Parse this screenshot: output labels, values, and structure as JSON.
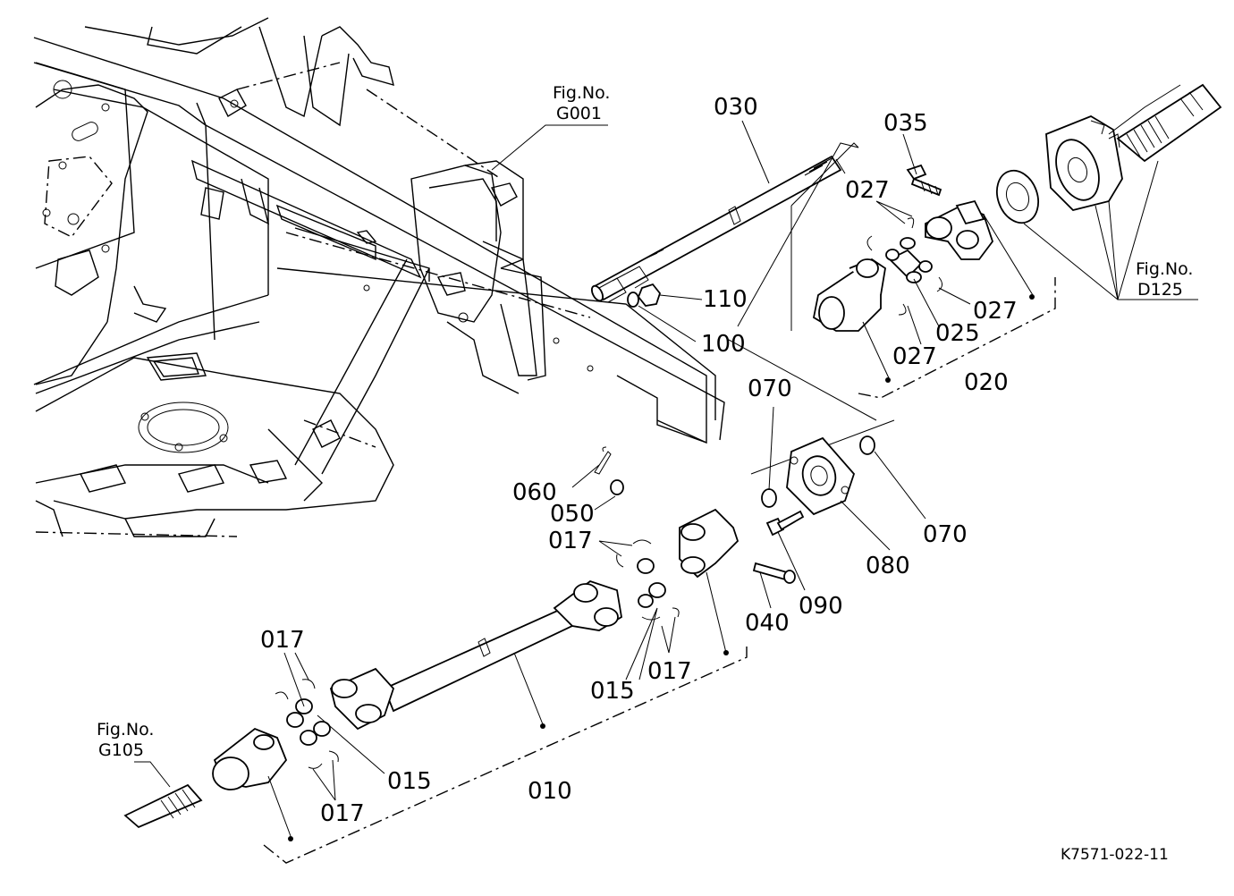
{
  "figure_refs": {
    "g001": {
      "line1": "Fig.No.",
      "line2": "G001"
    },
    "d125": {
      "line1": "Fig.No.",
      "line2": "D125"
    },
    "g105": {
      "line1": "Fig.No.",
      "line2": "G105"
    }
  },
  "parts": {
    "p030": "030",
    "p035": "035",
    "p027a": "027",
    "p027b": "027",
    "p027c": "027",
    "p025": "025",
    "p020": "020",
    "p110": "110",
    "p100": "100",
    "p070a": "070",
    "p070b": "070",
    "p060": "060",
    "p050": "050",
    "p017a": "017",
    "p017b": "017",
    "p017c": "017",
    "p017d": "017",
    "p080": "080",
    "p090": "090",
    "p040": "040",
    "p015a": "015",
    "p015b": "015",
    "p010": "010"
  },
  "drawing_code": "K7571-022-11"
}
